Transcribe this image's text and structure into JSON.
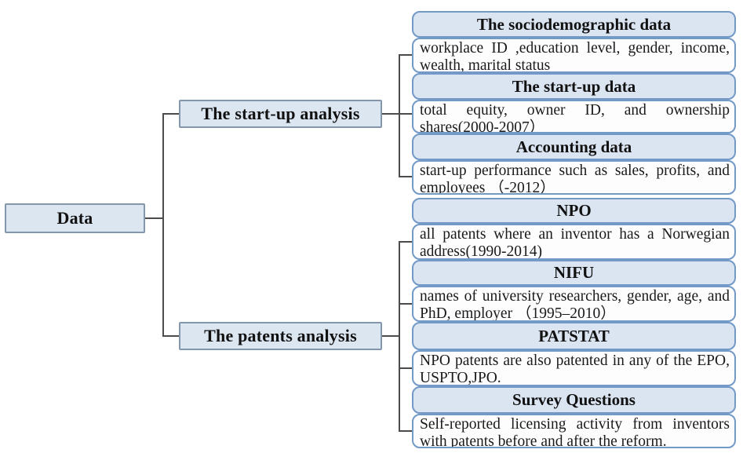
{
  "diagram": {
    "root": {
      "label": "Data"
    },
    "branches": [
      {
        "label": "The start-up analysis",
        "items": [
          {
            "title": "The sociodemographic data",
            "desc": "workplace ID ,education level, gender, income, wealth, marital status"
          },
          {
            "title": "The start-up data",
            "desc": "total equity, owner ID, and ownership shares(2000-2007）"
          },
          {
            "title": "Accounting data",
            "desc": "start-up performance such as sales, profits, and employees （-2012）"
          }
        ]
      },
      {
        "label": "The patents analysis",
        "items": [
          {
            "title": "NPO",
            "desc": "all patents where an inventor has a Norwegian address(1990-2014)"
          },
          {
            "title": "NIFU",
            "desc": "names of university researchers, gender, age, and PhD, employer （1995–2010）"
          },
          {
            "title": "PATSTAT",
            "desc": "NPO patents are also patented in any of the EPO, USPTO,JPO."
          },
          {
            "title": "Survey Questions",
            "desc": "Self-reported licensing activity from inventors with patents before and after the reform."
          }
        ]
      }
    ],
    "colors": {
      "header_fill": "#dbe5f1",
      "desc_fill": "#fdfdfe",
      "rounded_border": "#7399c6",
      "node_fill": "#dce6f1",
      "node_border": "#8496ab",
      "connector": "#4c4c4c"
    }
  }
}
